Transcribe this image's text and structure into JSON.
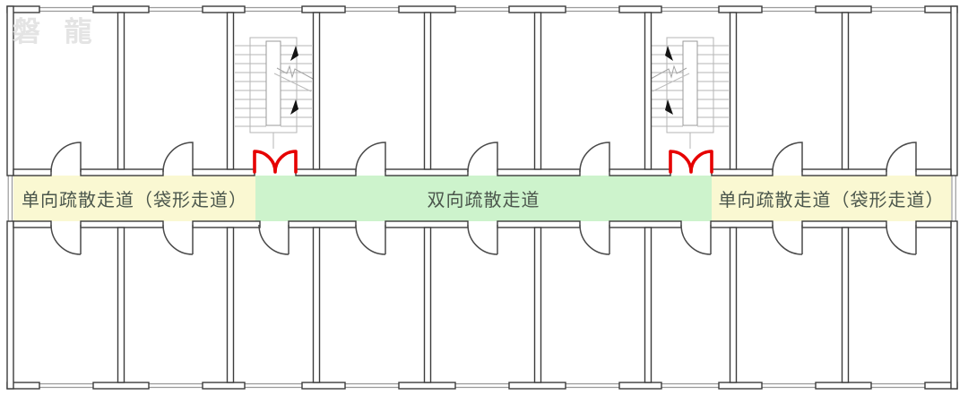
{
  "diagram": {
    "watermark": "磐 龍",
    "corridor_segments": [
      {
        "id": "left",
        "label": "单向疏散走道（袋形走道）",
        "color": "#faf8d2"
      },
      {
        "id": "center",
        "label": "双向疏散走道",
        "color": "#cdf3cc"
      },
      {
        "id": "right",
        "label": "单向疏散走道（袋形走道）",
        "color": "#faf8d2"
      }
    ],
    "colors": {
      "wall": "#3c3c3c",
      "window": "#9a9a9a",
      "door": "#4a4a4a",
      "stair": "#b5b5b5",
      "exit_door": "#e60000",
      "label_text": "#4b564c",
      "watermark": "#e4e4e4"
    },
    "counts": {
      "stairwells": 2,
      "exit_double_doors": 2,
      "top_room_doors": 7,
      "bottom_room_doors": 9
    }
  }
}
